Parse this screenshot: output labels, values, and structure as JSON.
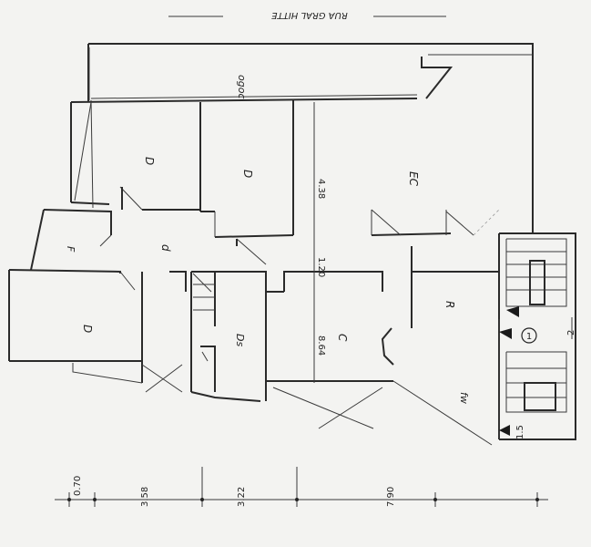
{
  "header": {
    "street": "RUA GRAL HITTE"
  },
  "rooms": {
    "room_top_center": "D",
    "room_top_mid": "D",
    "room_ec": "EC",
    "room_left_small": "F",
    "room_corridor": "d",
    "room_left_big": "D",
    "room_ds": "Ds",
    "room_c": "C",
    "room_r": "R",
    "room_bottom_right": "fw",
    "room_top_note": "ogoc"
  },
  "dimensions_inner": {
    "d_438": "4.38",
    "d_120": "1.20",
    "d_864": "8.64"
  },
  "bottom_dims": [
    "0.70",
    "3.58",
    "3.22",
    "7.90"
  ],
  "markers": {
    "circle_label": "1",
    "side_2": "2",
    "side_1s": "1.5"
  }
}
